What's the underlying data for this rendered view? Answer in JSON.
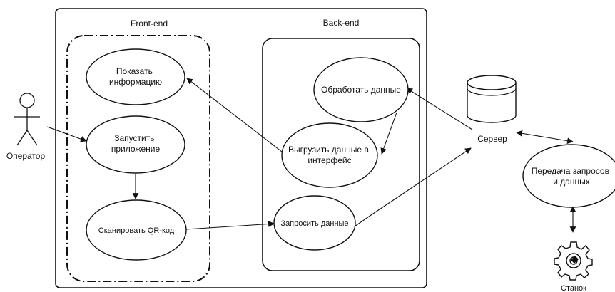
{
  "diagram": {
    "frontend_title": "Front-end",
    "backend_title": "Back-end",
    "actor_operator": "Оператор",
    "server_label": "Сервер",
    "machine_label": "Станок",
    "nodes": {
      "show_info": [
        "Показать",
        "информацию"
      ],
      "launch_app": [
        "Запустить",
        "приложение"
      ],
      "scan_qr": [
        "Сканировать QR-код"
      ],
      "process_data": [
        "Обработать данные"
      ],
      "upload_data": [
        "Выгрузить данные в",
        "интерфейс"
      ],
      "request_data": [
        "Запросить данные"
      ],
      "transfer": [
        "Передача запросов",
        "и данных"
      ]
    }
  }
}
